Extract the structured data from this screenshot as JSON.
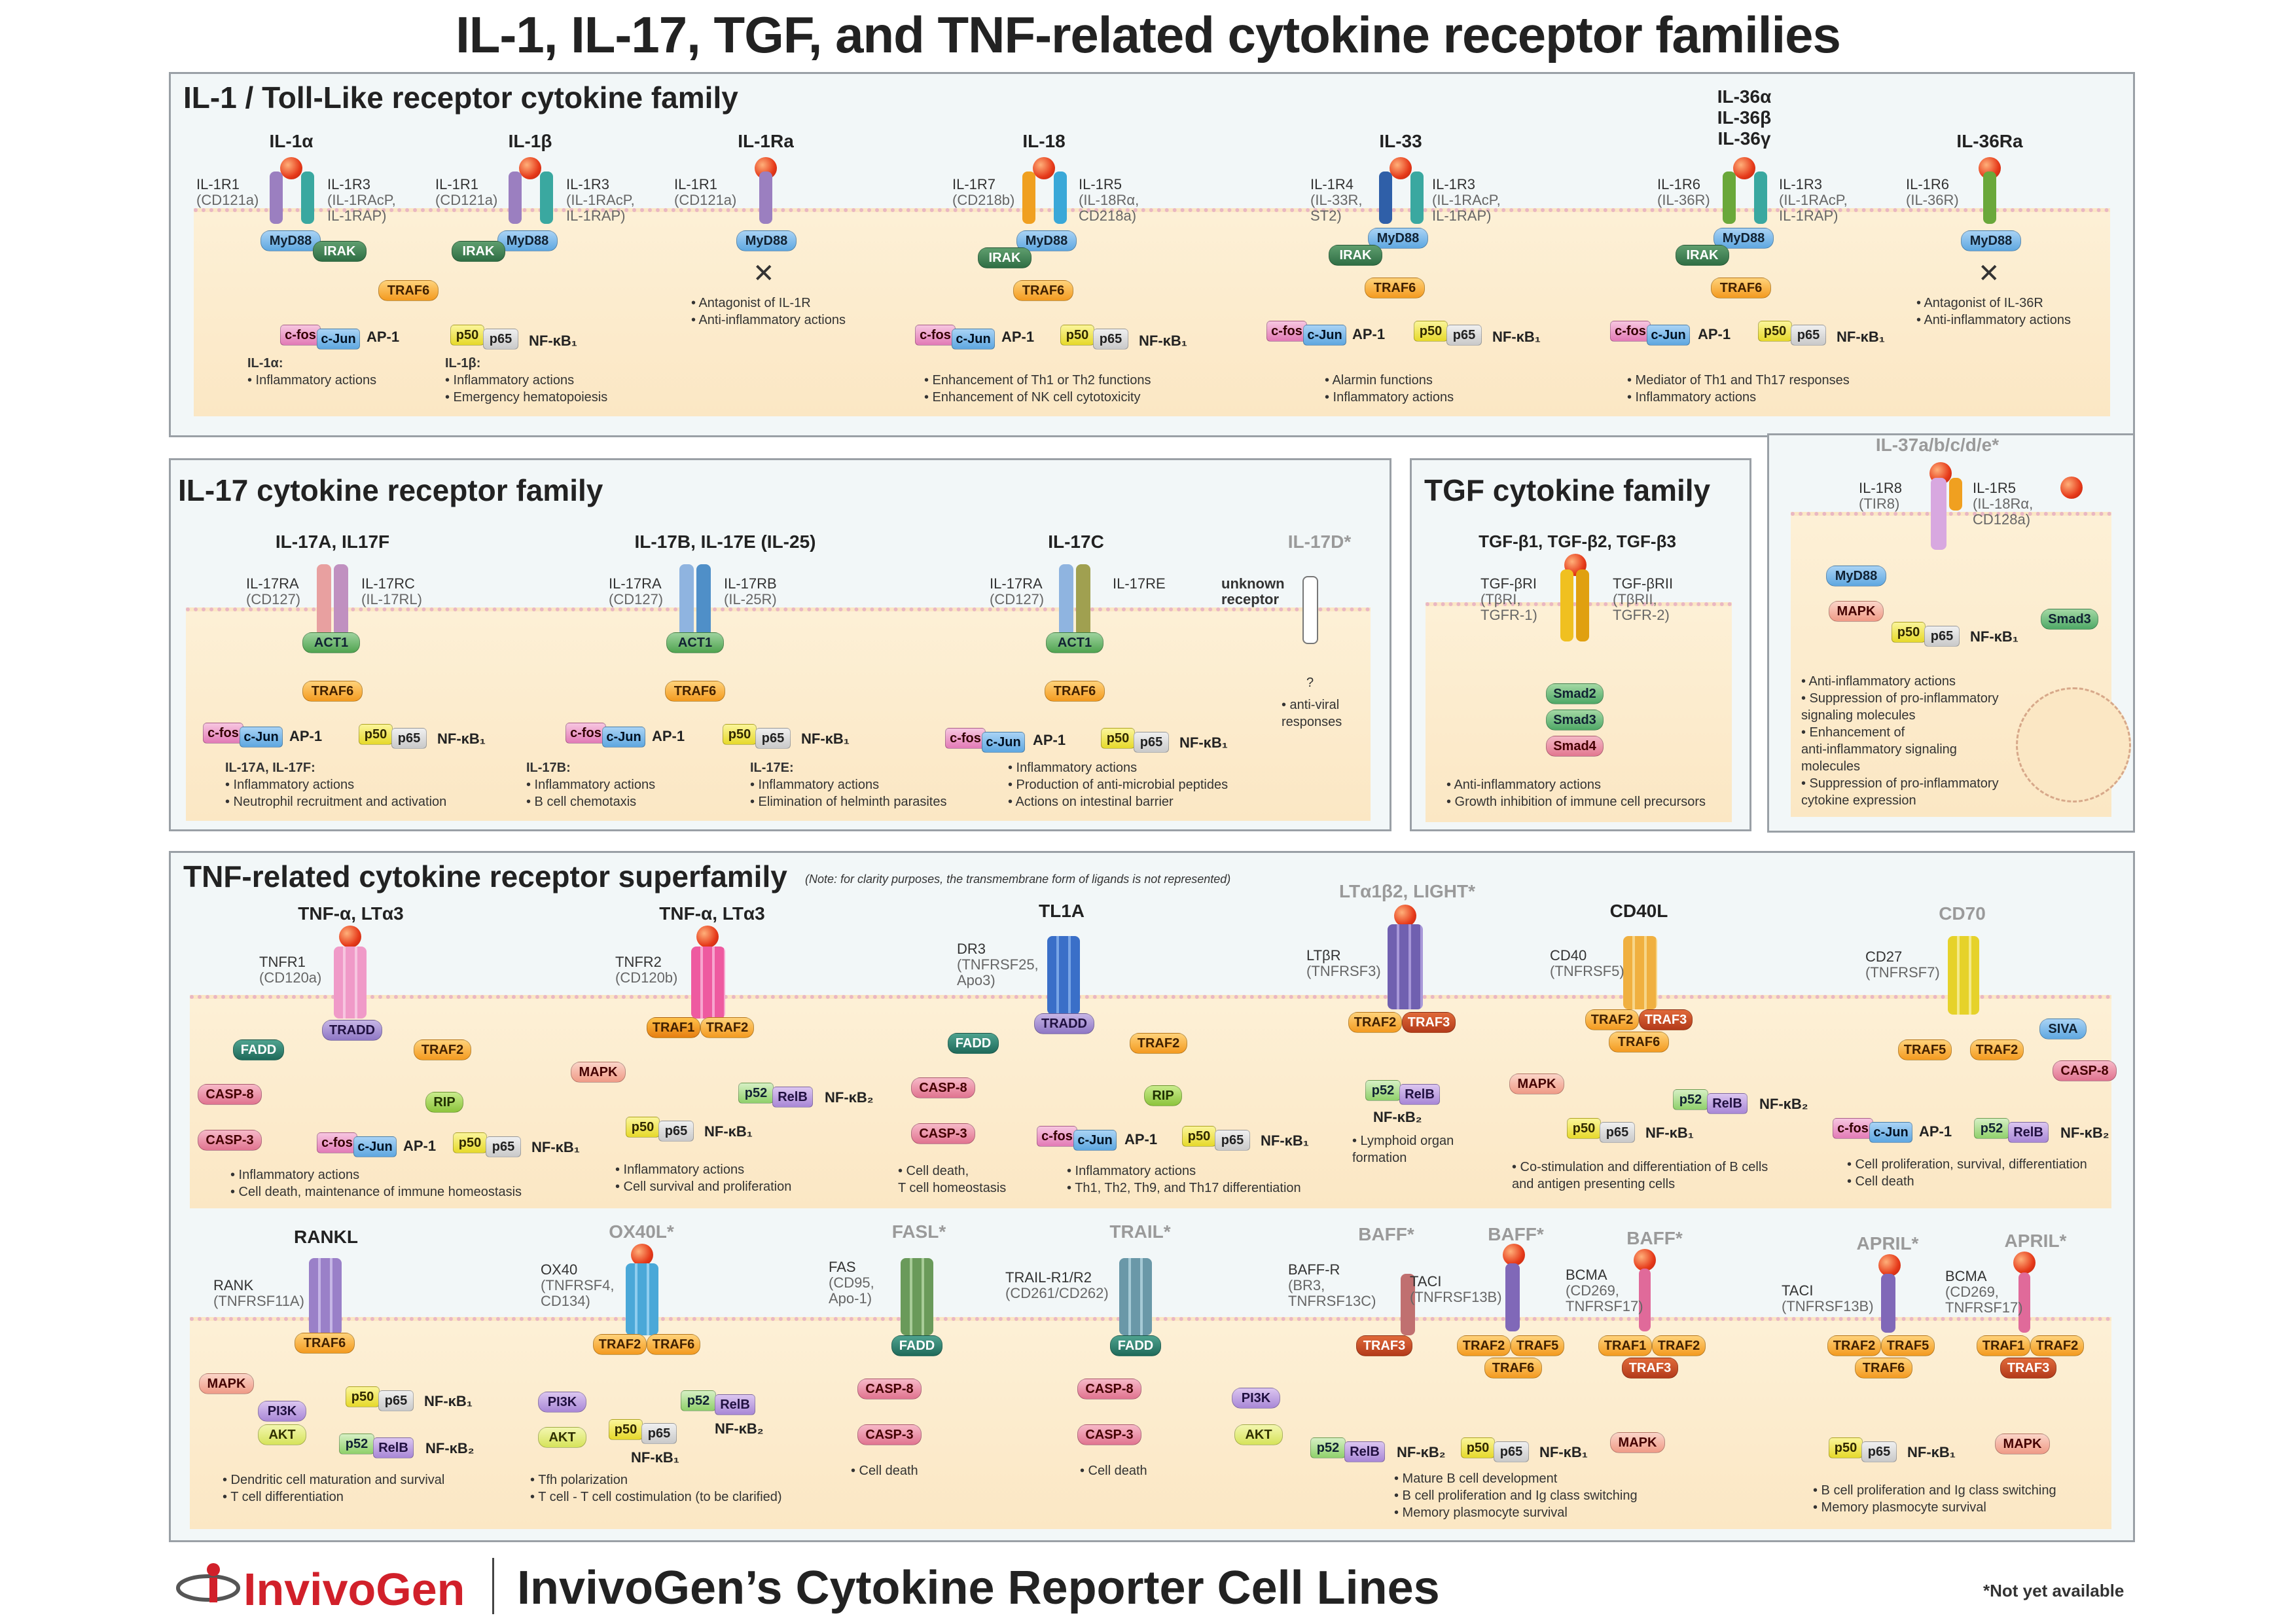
{
  "title": "IL-1, IL-17, TGF, and TNF-related cytokine receptor families",
  "panels": {
    "il1": "IL-1 / Toll-Like receptor cytokine family",
    "il17": "IL-17 cytokine receptor family",
    "tgf": "TGF cytokine family",
    "tnf": "TNF-related cytokine receptor superfamily",
    "tnf_note": "(Note: for clarity purposes, the transmembrane form of ligands is not represented)"
  },
  "common": {
    "myd88": "MyD88",
    "irak": "IRAK",
    "traf6": "TRAF6",
    "traf1": "TRAF1",
    "traf2": "TRAF2",
    "traf3": "TRAF3",
    "traf5": "TRAF5",
    "cfos": "c-fos",
    "cjun": "c-Jun",
    "ap1": "AP-1",
    "p50": "p50",
    "p65": "p65",
    "p52": "p52",
    "relb": "RelB",
    "nfkb1": "NF-κB₁",
    "nfkb2": "NF-κB₂",
    "act1": "ACT1",
    "fadd": "FADD",
    "tradd": "TRADD",
    "casp8": "CASP-8",
    "casp3": "CASP-3",
    "mapk": "MAPK",
    "rip": "RIP",
    "siva": "SIVA",
    "pi3k": "PI3K",
    "akt": "AKT",
    "smad2": "Smad2",
    "smad3": "Smad3",
    "smad4": "Smad4"
  },
  "il1": {
    "il1a": {
      "ligand": "IL-1α",
      "r1": "IL-1R1",
      "r1s": "(CD121a)",
      "r2": "IL-1R3",
      "r2s": "(IL-1RAcP,",
      "r2s2": "IL-1RAP)"
    },
    "il1b": {
      "ligand": "IL-1β",
      "r1": "IL-1R1",
      "r1s": "(CD121a)",
      "r2": "IL-1R3",
      "r2s": "(IL-1RAcP,",
      "r2s2": "IL-1RAP)"
    },
    "il1ab_notes": [
      "IL-1α:",
      "• Inflammatory actions",
      "IL-1β:",
      "• Inflammatory actions",
      "• Emergency hematopoiesis"
    ],
    "il1ra": {
      "ligand": "IL-1Ra",
      "r1": "IL-1R1",
      "r1s": "(CD121a)",
      "n1": "• Antagonist of IL-1R",
      "n2": "• Anti-inflammatory actions"
    },
    "il18": {
      "ligand": "IL-18",
      "r1": "IL-1R7",
      "r1s": "(CD218b)",
      "r2": "IL-1R5",
      "r2s": "(IL-18Rα,",
      "r2s2": "CD218a)",
      "n1": "• Enhancement of Th1 or Th2 functions",
      "n2": "• Enhancement of NK cell cytotoxicity"
    },
    "il33": {
      "ligand": "IL-33",
      "r1": "IL-1R4",
      "r1s": "(IL-33R,",
      "r1s2": "ST2)",
      "r2": "IL-1R3",
      "r2s": "(IL-1RAcP,",
      "r2s2": "IL-1RAP)",
      "n1": "• Alarmin functions",
      "n2": "• Inflammatory actions"
    },
    "il36": {
      "ligand1": "IL-36α",
      "ligand2": "IL-36β",
      "ligand3": "IL-36γ",
      "r1": "IL-1R6",
      "r1s": "(IL-36R)",
      "r2": "IL-1R3",
      "r2s": "(IL-1RAcP,",
      "r2s2": "IL-1RAP)",
      "n1": "• Mediator of Th1 and Th17 responses",
      "n2": "• Inflammatory actions"
    },
    "il36ra": {
      "ligand": "IL-36Ra",
      "r1": "IL-1R6",
      "r1s": "(IL-36R)",
      "n1": "• Antagonist of IL-36R",
      "n2": "• Anti-inflammatory actions"
    }
  },
  "il37": {
    "ligand": "IL-37a/b/c/d/e*",
    "r1": "IL-1R8",
    "r1s": "(TIR8)",
    "r2": "IL-1R5",
    "r2s": "(IL-18Rα,",
    "r2s2": "CD128a)",
    "notes": [
      "• Anti-inflammatory actions",
      "• Suppression of pro-inflammatory",
      "signaling molecules",
      "• Enhancement of",
      "anti-inflammatory signaling",
      "molecules",
      "• Suppression of pro-inflammatory",
      "cytokine expression"
    ]
  },
  "il17": {
    "a": {
      "ligand": "IL-17A, IL17F",
      "r1": "IL-17RA",
      "r1s": "(CD127)",
      "r2": "IL-17RC",
      "r2s": "(IL-17RL)",
      "notes": [
        "IL-17A, IL-17F:",
        "• Inflammatory actions",
        "• Neutrophil recruitment and activation"
      ]
    },
    "b": {
      "ligand": "IL-17B, IL-17E (IL-25)",
      "r1": "IL-17RA",
      "r1s": "(CD127)",
      "r2": "IL-17RB",
      "r2s": "(IL-25R)",
      "notes_b": [
        "IL-17B:",
        "• Inflammatory actions",
        "• B cell chemotaxis"
      ],
      "notes_e": [
        "IL-17E:",
        "• Inflammatory actions",
        "• Elimination of helminth parasites"
      ]
    },
    "c": {
      "ligand": "IL-17C",
      "r1": "IL-17RA",
      "r1s": "(CD127)",
      "r2": "IL-17RE",
      "notes": [
        "• Inflammatory actions",
        "• Production of anti-microbial peptides",
        "• Actions on intestinal barrier"
      ]
    },
    "d": {
      "ligand": "IL-17D*",
      "r1": "unknown",
      "r1b": "receptor",
      "q": "?",
      "n1": "• anti-viral",
      "n2": "responses"
    }
  },
  "tgf": {
    "ligand": "TGF-β1, TGF-β2, TGF-β3",
    "r1": "TGF-βRI",
    "r1s": "(TβRI,",
    "r1s2": "TGFR-1)",
    "r2": "TGF-βRII",
    "r2s": "(TβRII,",
    "r2s2": "TGFR-2)",
    "notes": [
      "• Anti-inflammatory actions",
      "• Growth inhibition of immune cell precursors"
    ]
  },
  "tnf": {
    "tnfr1": {
      "ligand": "TNF-α, LTα3",
      "r": "TNFR1",
      "rs": "(CD120a)",
      "notes": [
        "• Inflammatory actions",
        "• Cell death, maintenance of immune homeostasis"
      ]
    },
    "tnfr2": {
      "ligand": "TNF-α, LTα3",
      "r": "TNFR2",
      "rs": "(CD120b)",
      "notes": [
        "• Inflammatory actions",
        "• Cell survival and proliferation"
      ]
    },
    "dr3": {
      "ligand": "TL1A",
      "r": "DR3",
      "rs": "(TNFRSF25,",
      "rs2": "Apo3)",
      "notes_a": [
        "• Cell death,",
        "T cell homeostasis"
      ],
      "notes_b": [
        "• Inflammatory actions",
        "• Th1, Th2, Th9, and Th17 differentiation"
      ]
    },
    "ltbr": {
      "ligand": "LTα1β2, LIGHT*",
      "r": "LTβR",
      "rs": "(TNFRSF3)",
      "notes": [
        "• Lymphoid organ",
        "formation"
      ]
    },
    "cd40": {
      "ligand": "CD40L",
      "r": "CD40",
      "rs": "(TNFRSF5)",
      "notes": [
        "• Co-stimulation and differentiation of B cells",
        "and antigen presenting cells"
      ]
    },
    "cd27": {
      "ligand": "CD70",
      "r": "CD27",
      "rs": "(TNFRSF7)",
      "notes": [
        "• Cell proliferation, survival, differentiation",
        "• Cell death"
      ]
    },
    "rank": {
      "ligand": "RANKL",
      "r": "RANK",
      "rs": "(TNFRSF11A)",
      "notes": [
        "• Dendritic cell maturation and survival",
        "• T cell differentiation"
      ]
    },
    "ox40": {
      "ligand": "OX40L*",
      "r": "OX40",
      "rs": "(TNFRSF4,",
      "rs2": "CD134)",
      "notes": [
        "• Tfh polarization",
        "• T cell - T cell costimulation (to be clarified)"
      ]
    },
    "fas": {
      "ligand": "FASL*",
      "r": "FAS",
      "rs": "(CD95,",
      "rs2": "Apo-1)",
      "notes": [
        "• Cell death"
      ]
    },
    "trail": {
      "ligand": "TRAIL*",
      "r": "TRAIL-R1/R2",
      "rs": "(CD261/CD262)",
      "notes": [
        "• Cell death"
      ]
    },
    "baff": {
      "ligand1": "BAFF*",
      "ligand2": "BAFF*",
      "ligand3": "BAFF*",
      "r1": "BAFF-R",
      "r1s": "(BR3,",
      "r1s2": "TNFRSF13C)",
      "r2": "TACI",
      "r2s": "(TNFRSF13B)",
      "r3": "BCMA",
      "r3s": "(CD269,",
      "r3s2": "TNFRSF17)",
      "notes": [
        "• Mature B cell development",
        "• B cell proliferation and Ig class switching",
        "• Memory plasmocyte survival"
      ]
    },
    "april": {
      "ligand1": "APRIL*",
      "ligand2": "APRIL*",
      "r1": "TACI",
      "r1s": "(TNFRSF13B)",
      "r2": "BCMA",
      "r2s": "(CD269,",
      "r2s2": "TNFRSF17)",
      "notes": [
        "• B cell proliferation and Ig class switching",
        "• Memory plasmocyte survival"
      ]
    }
  },
  "footer": {
    "brand": "InvivoGen",
    "title": "InvivoGen’s Cytokine Reporter Cell Lines",
    "note": "*Not yet available"
  }
}
